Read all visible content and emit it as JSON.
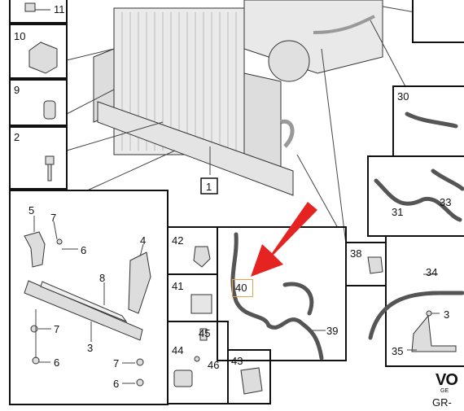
{
  "diagram": {
    "callouts": {
      "c11": "11",
      "c10": "10",
      "c9": "9",
      "c2": "2",
      "c1": "1",
      "c5": "5",
      "c7a": "7",
      "c6a": "6",
      "c4": "4",
      "c8": "8",
      "c7b": "7",
      "c3": "3",
      "c6b": "6",
      "c7c": "7",
      "c6c": "6",
      "c42": "42",
      "c41": "41",
      "c44": "44",
      "c45": "45",
      "c46": "46",
      "c43": "43",
      "c40": "40",
      "c39": "39",
      "c38": "38",
      "c30": "30",
      "c31": "31",
      "c33": "33",
      "c34": "34",
      "c35": "35",
      "c3r": "3"
    },
    "footer": {
      "brand": "VO",
      "brand_sub": "GE",
      "code": "GR-"
    },
    "colors": {
      "arrow": "#e52421",
      "highlight": "#e8a24a",
      "line": "#111111"
    }
  }
}
